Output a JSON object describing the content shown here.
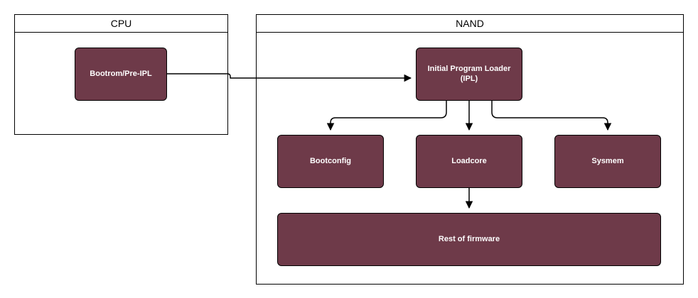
{
  "colors": {
    "node_fill": "#6e3a49",
    "node_text": "#ffffff",
    "line": "#000000"
  },
  "containers": {
    "cpu": {
      "title": "CPU"
    },
    "nand": {
      "title": "NAND"
    }
  },
  "nodes": {
    "bootrom": "Bootrom/Pre-IPL",
    "ipl_line1": "Initial Program Loader",
    "ipl_line2": "(IPL)",
    "bootconfig": "Bootconfig",
    "loadcore": "Loadcore",
    "sysmem": "Sysmem",
    "rest": "Rest of firmware"
  }
}
